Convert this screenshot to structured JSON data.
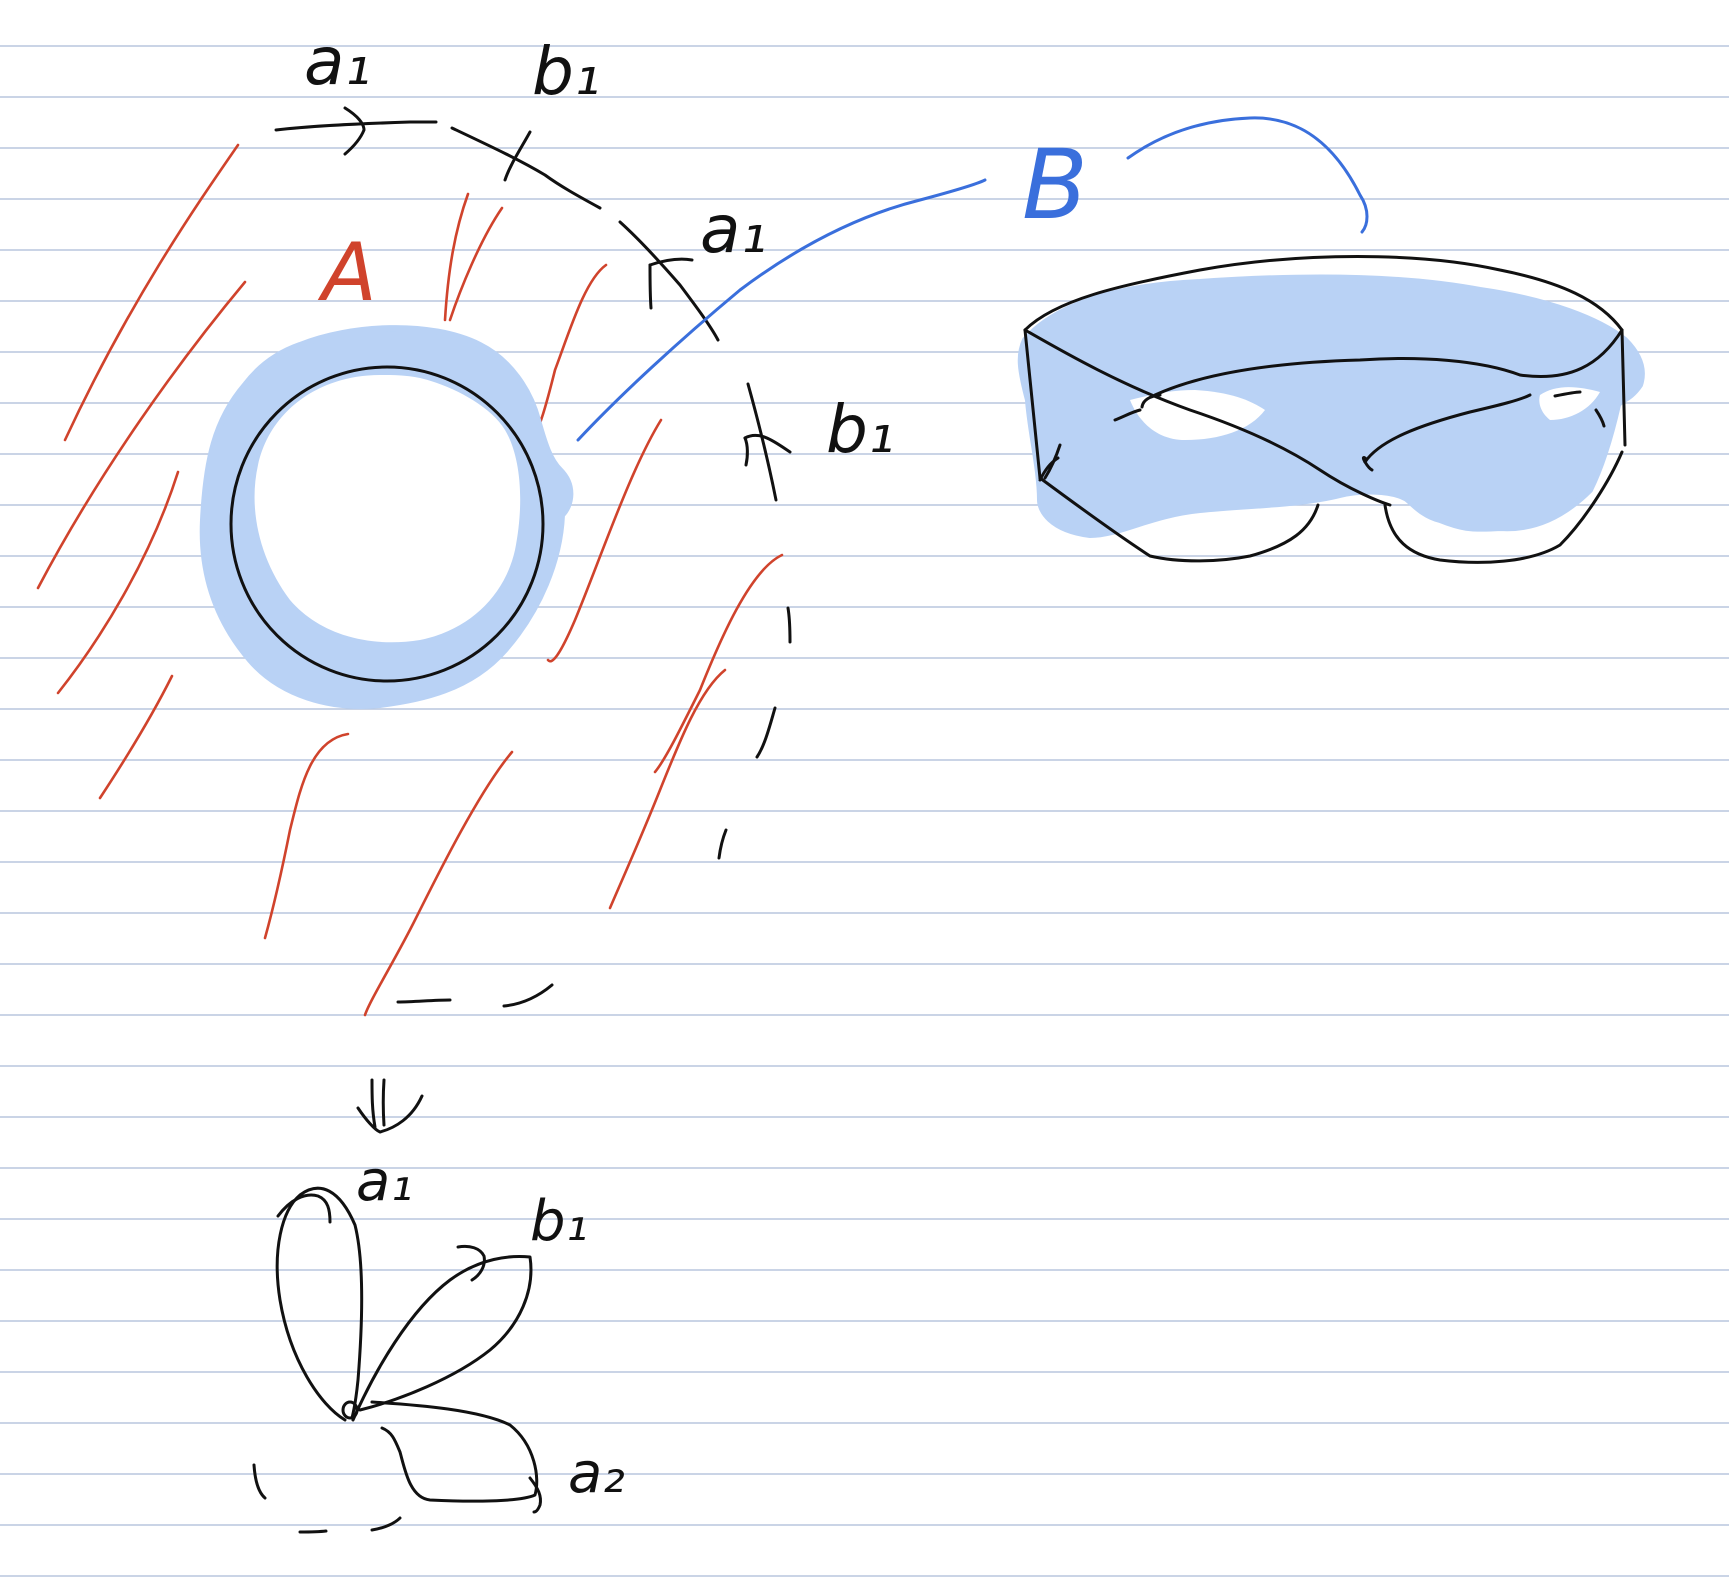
{
  "labels": {
    "a1_top": "a₁",
    "b1_top": "b₁",
    "a1_right": "a₁",
    "b1_right": "b₁",
    "region_a": "A",
    "region_b": "B",
    "a1_bouquet": "a₁",
    "b1_bouquet": "b₁",
    "a2_bouquet": "a₂"
  },
  "colors": {
    "ink": "#111111",
    "red_hatching": "#d0432c",
    "blue_ink": "#3a6fdc",
    "blue_highlight": "#b9d2f5",
    "ruled_lines": "#b8c6dd"
  }
}
